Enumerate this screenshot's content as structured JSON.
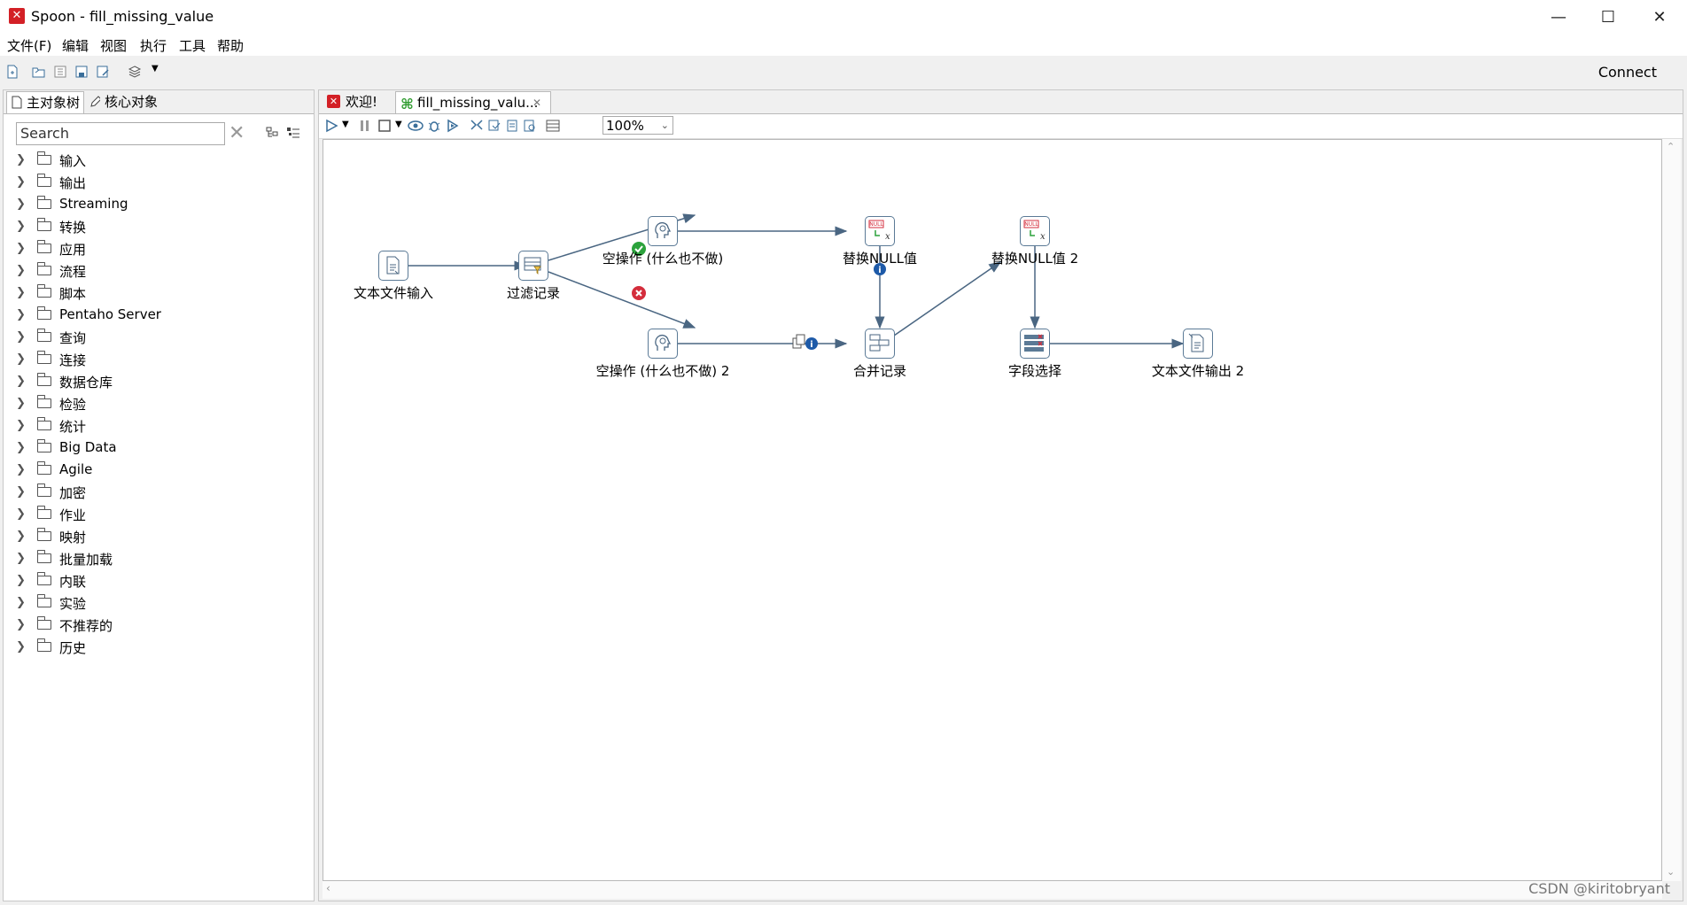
{
  "window": {
    "title": "Spoon - fill_missing_value"
  },
  "menu": [
    "文件(F)",
    "编辑",
    "视图",
    "执行",
    "工具",
    "帮助"
  ],
  "toolbar": {
    "connect_label": "Connect"
  },
  "left_panel": {
    "tabs": [
      "主对象树",
      "核心对象"
    ],
    "search_placeholder": "Search",
    "tree_items": [
      "输入",
      "输出",
      "Streaming",
      "转换",
      "应用",
      "流程",
      "脚本",
      "Pentaho Server",
      "查询",
      "连接",
      "数据仓库",
      "检验",
      "统计",
      "Big Data",
      "Agile",
      "加密",
      "作业",
      "映射",
      "批量加载",
      "内联",
      "实验",
      "不推荐的",
      "历史"
    ]
  },
  "editor": {
    "tabs": [
      "欢迎!",
      "fill_missing_valu..."
    ],
    "zoom": "100%"
  },
  "steps": {
    "text_input": "文本文件输入",
    "filter": "过滤记录",
    "dummy1": "空操作 (什么也不做)",
    "dummy2": "空操作 (什么也不做) 2",
    "replace_null1": "替换NULL值",
    "merge": "合并记录",
    "replace_null2": "替换NULL值 2",
    "select_fields": "字段选择",
    "text_output": "文本文件输出 2"
  },
  "watermark": "CSDN @kiritobryant"
}
